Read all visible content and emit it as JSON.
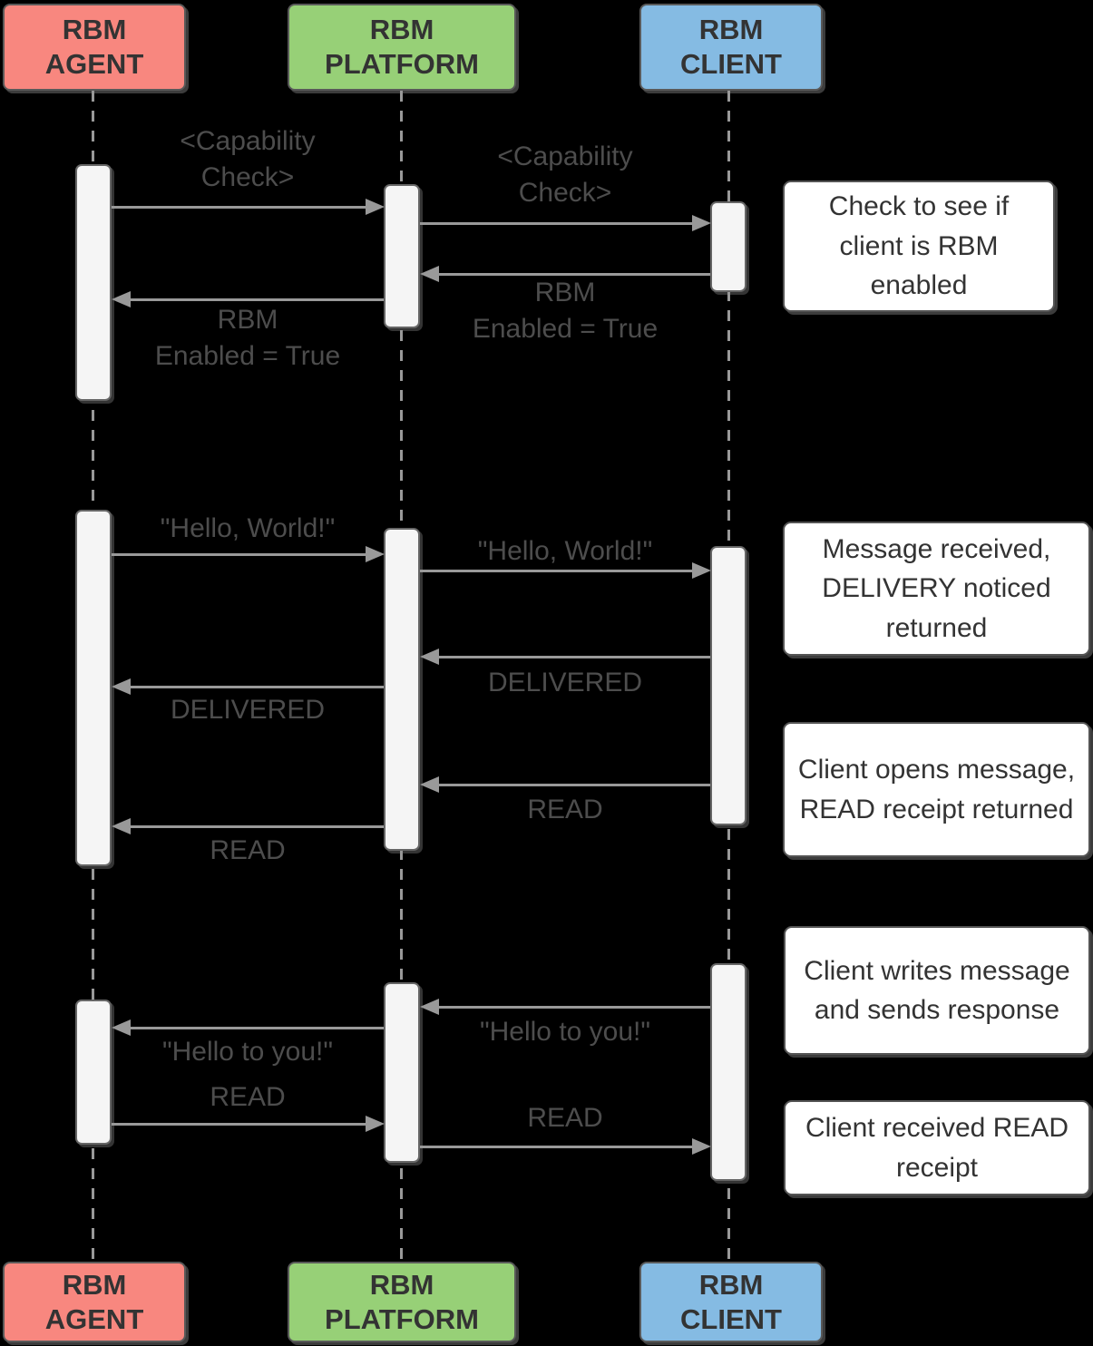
{
  "diagram": {
    "type": "sequence",
    "background": "#000000",
    "line_color": "#999999",
    "label_text_color": "#4D4D4D",
    "note_text_color": "#333333",
    "bar_fill": "#F5F5F5"
  },
  "actors": [
    {
      "id": "agent",
      "label": "RBM\nAGENT",
      "color": "#F8877F"
    },
    {
      "id": "platform",
      "label": "RBM\nPLATFORM",
      "color": "#97D077"
    },
    {
      "id": "client",
      "label": "RBM\nCLIENT",
      "color": "#85BBE3"
    }
  ],
  "messages": [
    {
      "from": "RBM AGENT",
      "to": "RBM PLATFORM",
      "label": "<Capability\nCheck>"
    },
    {
      "from": "RBM PLATFORM",
      "to": "RBM CLIENT",
      "label": "<Capability\nCheck>"
    },
    {
      "from": "RBM CLIENT",
      "to": "RBM PLATFORM",
      "label": "RBM\nEnabled = True"
    },
    {
      "from": "RBM PLATFORM",
      "to": "RBM AGENT",
      "label": "RBM\nEnabled = True"
    },
    {
      "from": "RBM AGENT",
      "to": "RBM PLATFORM",
      "label": "\"Hello, World!\""
    },
    {
      "from": "RBM PLATFORM",
      "to": "RBM CLIENT",
      "label": "\"Hello, World!\""
    },
    {
      "from": "RBM CLIENT",
      "to": "RBM PLATFORM",
      "label": "DELIVERED"
    },
    {
      "from": "RBM PLATFORM",
      "to": "RBM AGENT",
      "label": "DELIVERED"
    },
    {
      "from": "RBM CLIENT",
      "to": "RBM PLATFORM",
      "label": "READ"
    },
    {
      "from": "RBM PLATFORM",
      "to": "RBM AGENT",
      "label": "READ"
    },
    {
      "from": "RBM CLIENT",
      "to": "RBM PLATFORM",
      "label": "\"Hello to you!\""
    },
    {
      "from": "RBM PLATFORM",
      "to": "RBM AGENT",
      "label": "\"Hello to you!\""
    },
    {
      "from": "RBM AGENT",
      "to": "RBM PLATFORM",
      "label": "READ"
    },
    {
      "from": "RBM PLATFORM",
      "to": "RBM CLIENT",
      "label": "READ"
    }
  ],
  "notes": [
    {
      "text": "Check to see if client is RBM enabled"
    },
    {
      "text": "Message received, DELIVERY noticed returned"
    },
    {
      "text": "Client opens message, READ receipt returned"
    },
    {
      "text": "Client writes message and sends response"
    },
    {
      "text": "Client received READ receipt"
    }
  ]
}
